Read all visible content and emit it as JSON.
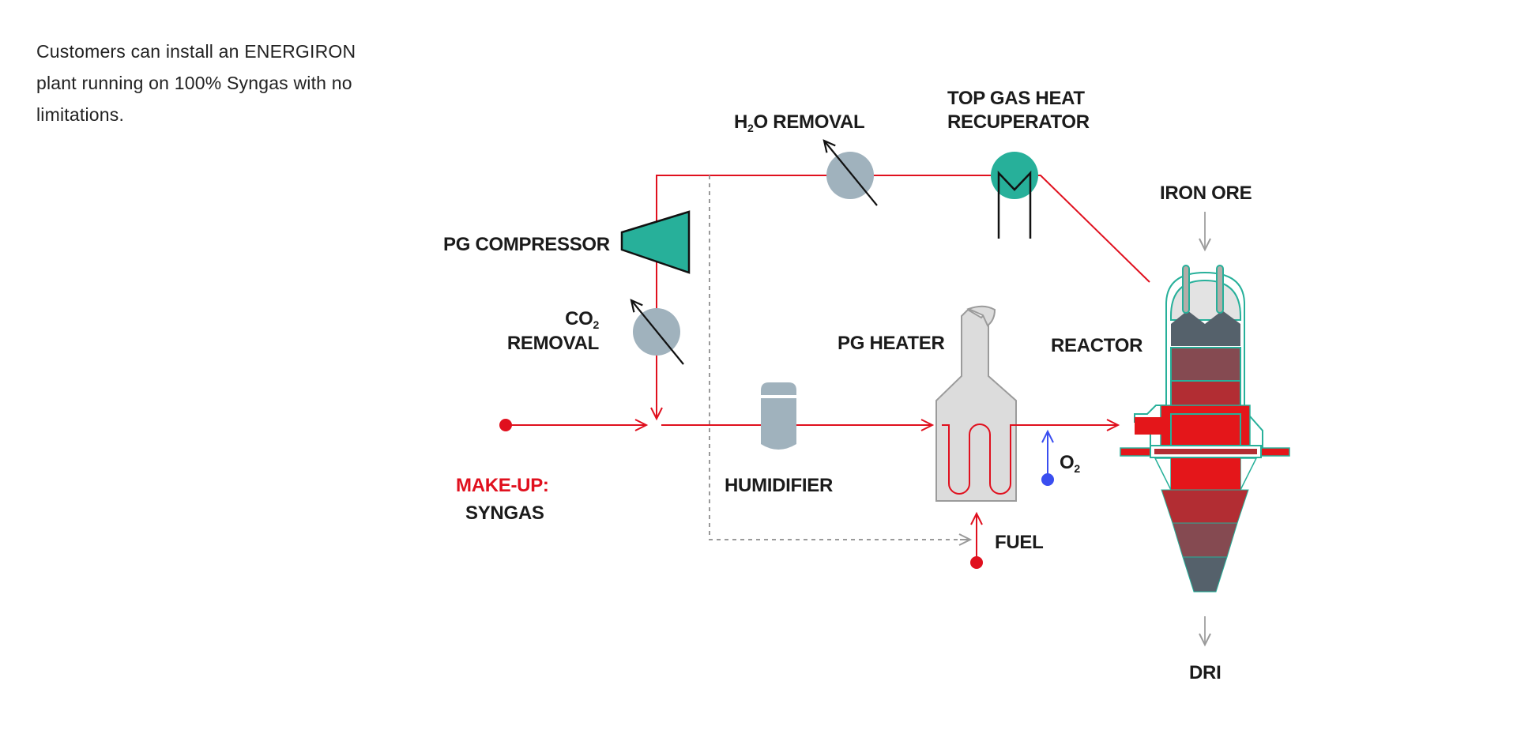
{
  "intro": {
    "lines": [
      "Customers can install an ENERGIRON",
      "plant running on 100% Syngas with no",
      "limitations."
    ]
  },
  "colors": {
    "gas_line": "#e0101e",
    "oxygen_line": "#3a4ef0",
    "dashed_line": "#9a9a9a",
    "teal": "#27b09a",
    "steel_grey": "#a0b2bd",
    "heater_grey": "#dcdcdc",
    "reactor_layers": [
      "#55616b",
      "#854a51",
      "#b22d33",
      "#e4161a"
    ]
  },
  "labels": {
    "h2o_removal": {
      "prefix": "H",
      "sub": "2",
      "suffix": "O REMOVAL"
    },
    "top_gas_line1": "TOP GAS HEAT",
    "top_gas_line2": "RECUPERATOR",
    "iron_ore": "IRON ORE",
    "pg_compressor": "PG COMPRESSOR",
    "co2_line1": {
      "prefix": "CO",
      "sub": "2"
    },
    "co2_line2": "REMOVAL",
    "pg_heater": "PG HEATER",
    "reactor": "REACTOR",
    "make_up": "MAKE-UP:",
    "syngas": "SYNGAS",
    "humidifier": "HUMIDIFIER",
    "o2": {
      "prefix": "O",
      "sub": "2"
    },
    "fuel": "FUEL",
    "dri": "DRI"
  }
}
